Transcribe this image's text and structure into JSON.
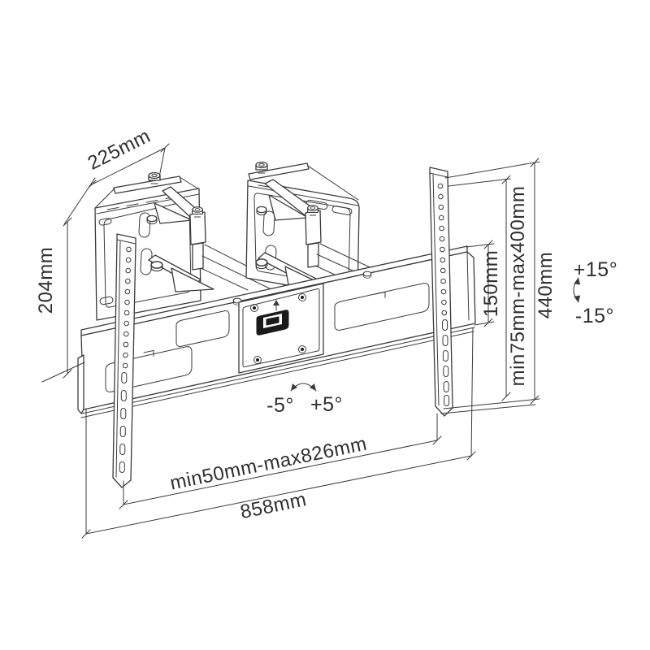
{
  "labels": {
    "width_top": "225mm",
    "plate_height": "204mm",
    "rail_height": "150mm",
    "vesa_vertical": "min75mm-max400mm",
    "bracket_height": "440mm",
    "tilt_up": "+15°",
    "tilt_down": "-15°",
    "swivel_left": "-5°",
    "swivel_right": "+5°",
    "vesa_horizontal": "min50mm-max826mm",
    "total_width": "858mm"
  },
  "colors": {
    "line": "#3b3b3b",
    "text": "#2f2f2f",
    "level_fill": "#1a1a1a",
    "background": "#ffffff"
  }
}
